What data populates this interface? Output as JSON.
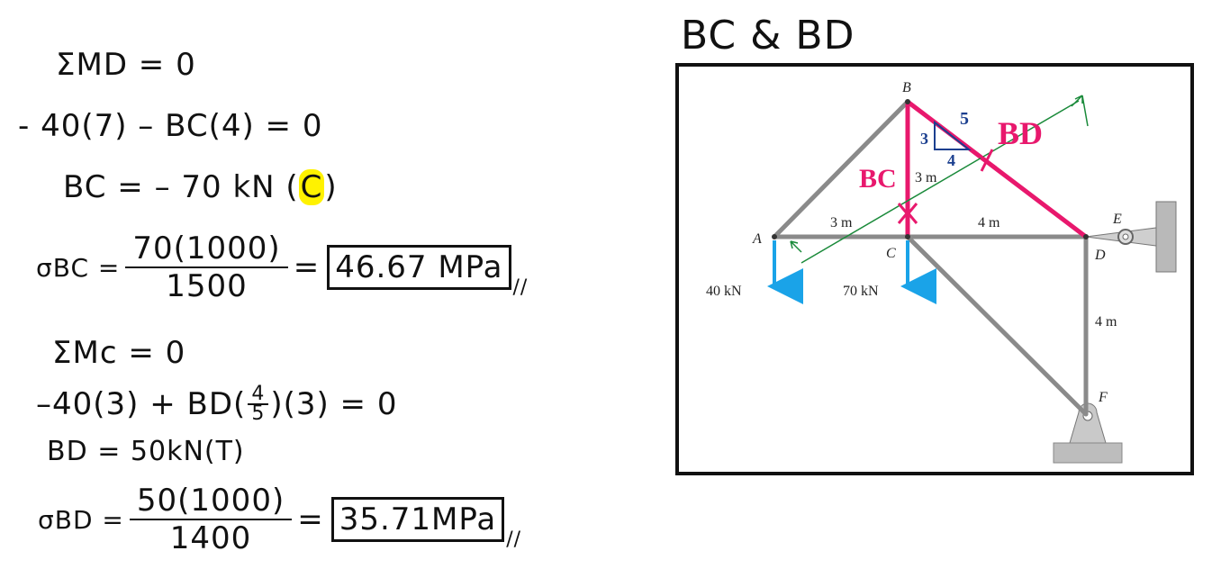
{
  "notes": {
    "line1": "ΣMD = 0",
    "line2": "- 40(7) – BC(4) = 0",
    "line3_pre": "BC = – 70 kN (",
    "line3_hl": "C",
    "line3_post": ")",
    "sbc_label": "σBC =",
    "sbc_num": "70(1000)",
    "sbc_den": "1500",
    "sbc_eq": "=",
    "sbc_result": "46.67 MPa",
    "line5": "ΣMc = 0",
    "line6_pre": "–40(3) + BD(",
    "line6_frac_num": "4",
    "line6_frac_den": "5",
    "line6_post": ")(3) = 0",
    "line7": "BD = 50kN(T)",
    "sbd_label": "σBD =",
    "sbd_num": "50(1000)",
    "sbd_den": "1400",
    "sbd_eq": "=",
    "sbd_result": "35.71MPa",
    "tick": "//"
  },
  "diagram": {
    "title": "BC & BD",
    "nodes": {
      "A": "A",
      "B": "B",
      "C": "C",
      "D": "D",
      "E": "E",
      "F": "F"
    },
    "dims": {
      "ac": "3 m",
      "cd": "4 m",
      "bc": "3 m",
      "df": "4 m"
    },
    "loads": {
      "a": "40 kN",
      "c": "70 kN"
    },
    "annot": {
      "bc": "BC",
      "bd": "BD",
      "tri3": "3",
      "tri4": "4",
      "tri5": "5"
    },
    "colors": {
      "member": "#8a8a8a",
      "pink": "#e8186d",
      "blue": "#1aa3e8",
      "green": "#1a8a3a",
      "navy": "#1b3f8f"
    }
  }
}
